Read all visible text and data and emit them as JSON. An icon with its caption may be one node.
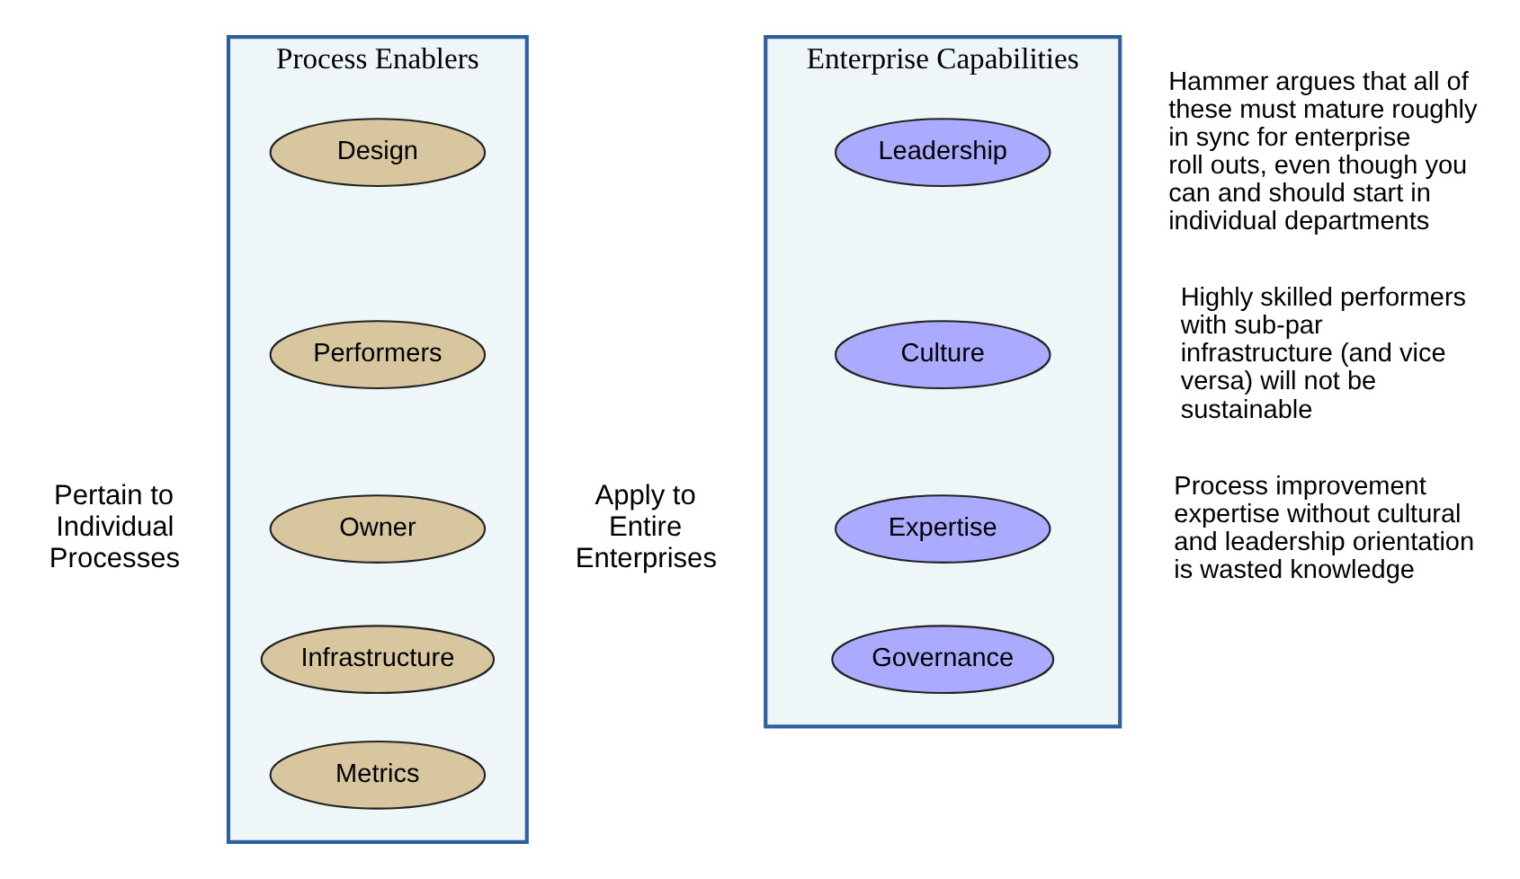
{
  "diagram": {
    "nodes": [
      {
        "text": [
          "Process Enablers"
        ],
        "beside": [
          "Pertain to Individual Processes"
        ]
      },
      {
        "text": [
          "Design"
        ],
        "in": 0
      },
      {
        "text": [
          "Performers"
        ],
        "in": 0
      },
      {
        "text": [
          "Owner"
        ],
        "in": 0
      },
      {
        "text": [
          "Infrastructure"
        ],
        "in": 0
      },
      {
        "text": [
          "Metrics"
        ],
        "in": 0
      },
      {
        "text": [
          "Enterprise Capabilities"
        ],
        "beside": [
          "Apply to Entire Enterprises"
        ]
      },
      {
        "text": [
          "Leadership"
        ],
        "in": 6
      },
      {
        "text": [
          "Culture"
        ],
        "in": 6
      },
      {
        "text": [
          "Expertise"
        ],
        "in": 6
      },
      {
        "text": [
          "Governance"
        ],
        "in": 6
      }
    ],
    "labels": [
      "Hammer argues that all of these must mature roughly in sync for enterprise roll outs, even though you can and should start in individual departments",
      "Highly skilled performers with sub-par infrastructure (and vice versa) will not be sustainable",
      "Process improvement expertise without cultural and leadership orientation is wasted knowledge"
    ]
  }
}
